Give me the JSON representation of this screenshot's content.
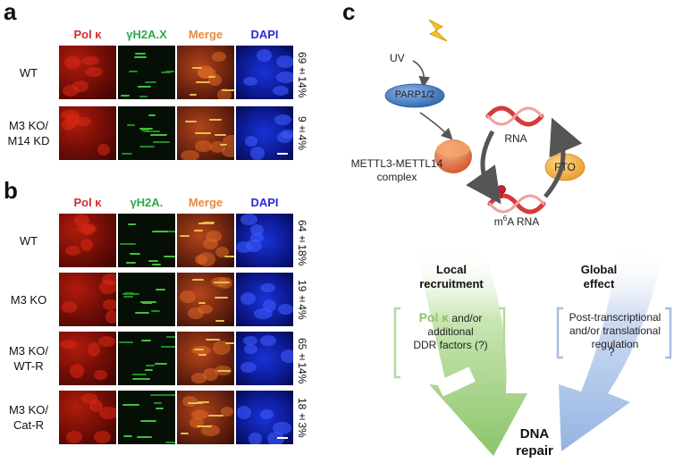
{
  "panels": {
    "a": "a",
    "b": "b",
    "c": "c"
  },
  "panel_a": {
    "headers": [
      "Pol κ",
      "γH2A.X",
      "Merge",
      "DAPI"
    ],
    "header_colors": [
      "#d42a2a",
      "#2ea84a",
      "#e98b3a",
      "#2a2ad8"
    ],
    "rows": [
      {
        "label_lines": [
          "WT"
        ],
        "pct": "69±14%"
      },
      {
        "label_lines": [
          "M3 KO/",
          "M14 KD"
        ],
        "pct": "9±4%"
      }
    ]
  },
  "panel_b": {
    "headers": [
      "Pol κ",
      "γH2A.",
      "Merge",
      "DAPI"
    ],
    "header_colors": [
      "#d42a2a",
      "#2ea84a",
      "#e98b3a",
      "#2a2ad8"
    ],
    "rows": [
      {
        "label_lines": [
          "WT"
        ],
        "pct": "64±18%"
      },
      {
        "label_lines": [
          "M3 KO"
        ],
        "pct": "19±4%"
      },
      {
        "label_lines": [
          "M3 KO/",
          "WT-R"
        ],
        "pct": "65±14%"
      },
      {
        "label_lines": [
          "M3 KO/",
          "Cat-R"
        ],
        "pct": "18±3%"
      }
    ]
  },
  "panel_c": {
    "uv": "UV",
    "parp": "PARP1/2",
    "rna": "RNA",
    "m6a_prefix": "m",
    "m6a_sup": "6",
    "m6a_suffix": "A RNA",
    "fto": "FTO",
    "mettl_lines": [
      "METTL3-METTL14",
      "complex"
    ],
    "local_lines": [
      "Local",
      "recruitment"
    ],
    "global_lines": [
      "Global",
      "effect"
    ],
    "polk": "Pol κ",
    "polk_rest_lines": [
      " and/or",
      "additional",
      "DDR factors (?)"
    ],
    "post_lines": [
      "Post-transcriptional",
      "and/or translational",
      "regulation"
    ],
    "question": "?",
    "repair_lines": [
      "DNA",
      "repair"
    ],
    "colors": {
      "green": "#9acd7a",
      "blue": "#a9c3e8",
      "parp": "#4a7fc0",
      "fto": "#f2b24a",
      "mettl": "#e0703a"
    }
  }
}
